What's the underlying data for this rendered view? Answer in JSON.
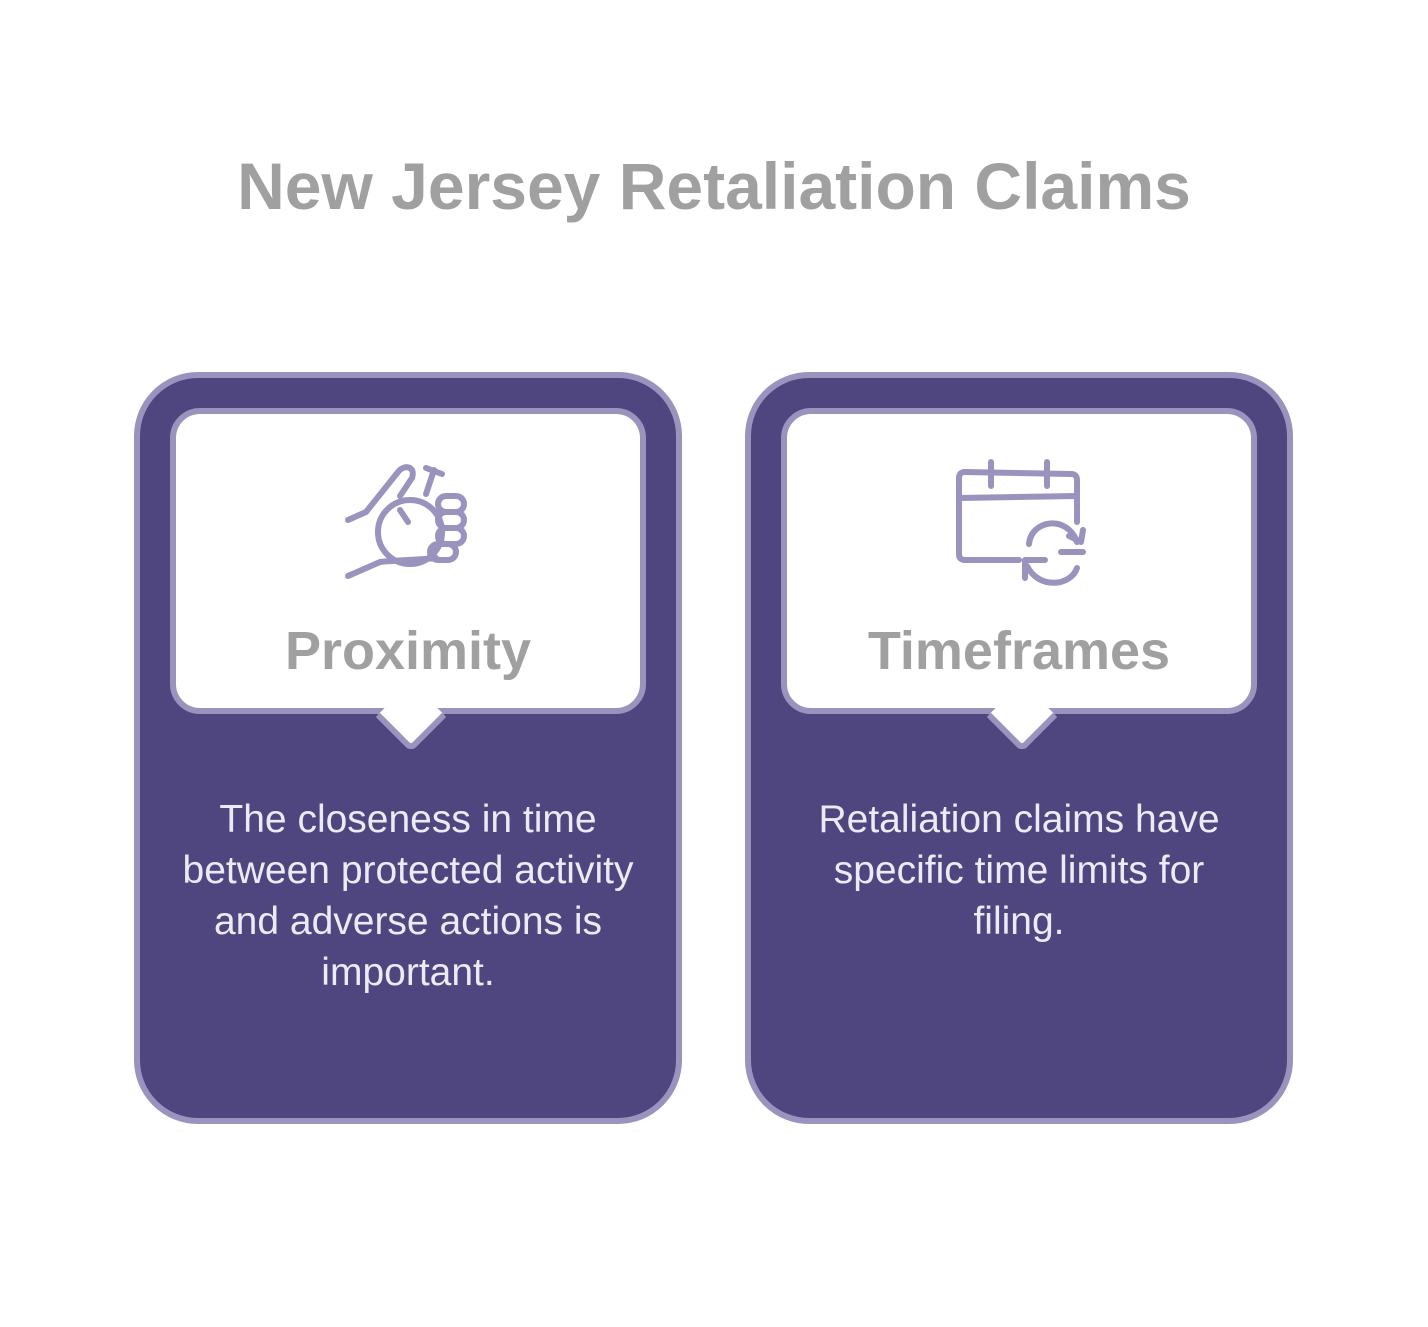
{
  "title": "New Jersey Retaliation Claims",
  "colors": {
    "card_fill": "#4f4680",
    "card_border": "#9a93bd",
    "icon": "#9a93bd",
    "title_text": "#a0a0a0",
    "desc_text": "#eceaf4"
  },
  "cards": [
    {
      "icon": "hand-holding-stopwatch-icon",
      "heading": "Proximity",
      "description": "The closeness in time between protected activity and adverse actions is important."
    },
    {
      "icon": "calendar-refresh-icon",
      "heading": "Timeframes",
      "description": "Retaliation claims have specific time limits for filing."
    }
  ]
}
